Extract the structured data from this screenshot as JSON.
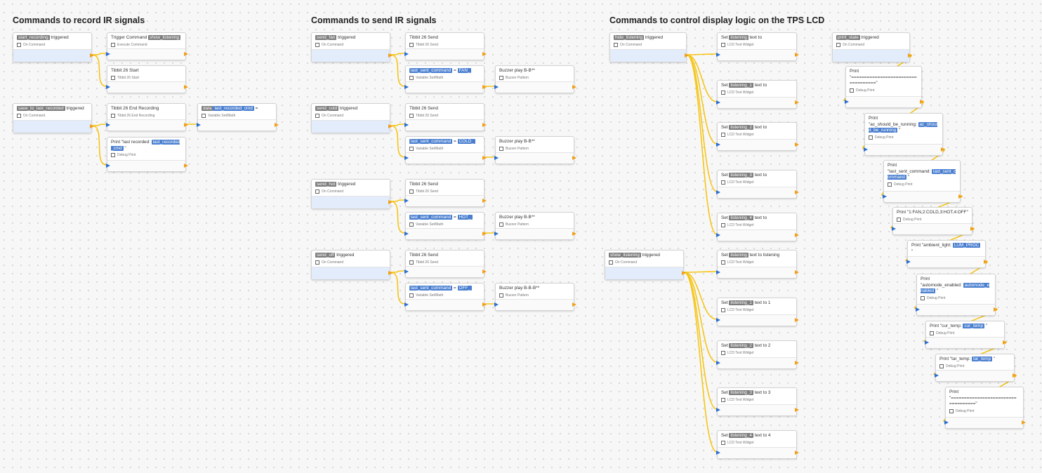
{
  "sections": [
    {
      "id": "record",
      "title": "Commands to record IR signals"
    },
    {
      "id": "send",
      "title": "Commands to send IR signals"
    },
    {
      "id": "display",
      "title": "Commands to control display logic on the TPS LCD"
    }
  ],
  "nodes": {
    "start_recording": {
      "tag": "start_recording",
      "suffix": "triggered",
      "sub": "On Command"
    },
    "trigger_show": {
      "pre": "Trigger Command",
      "tag": "show_listening",
      "sub": "Execute Command"
    },
    "tibbit_start": {
      "pre": "Tibbit 26 Start",
      "sub": "Tibbit 26 Start"
    },
    "save_last": {
      "tag": "save_to_last_recorded",
      "suffix": "triggered",
      "sub": "On Command"
    },
    "tibbit_end": {
      "pre": "Tibbit 26 End Recording",
      "sub": "Tibbit 26 End Recording"
    },
    "set_last_recorded": {
      "var": "last_recorded_cmd",
      "eq": "=",
      "tag": "data",
      "sub": "Variable Set/Math"
    },
    "print_last_recorded": {
      "pre": "Print \"last recorded:",
      "var": "last_recorded_cmd",
      "suffix": "\"",
      "sub": "Debug Print"
    },
    "send_fan": {
      "tag": "send_fan",
      "suffix": "triggered",
      "sub": "On Command"
    },
    "send_fan_tibbit": {
      "pre": "Tibbit 26 Send",
      "sub": "Tibbit 26 Send"
    },
    "send_fan_var": {
      "var": "last_sent_command",
      "eq": "=",
      "var2": "FAN_",
      "sub": "Variable Set/Math"
    },
    "send_fan_buzz": {
      "pre": "Buzzer play B-B**",
      "sub": "Buzzer Pattern"
    },
    "send_cold": {
      "tag": "send_cold",
      "suffix": "triggered",
      "sub": "On Command"
    },
    "send_cold_tibbit": {
      "pre": "Tibbit 26 Send",
      "sub": "Tibbit 26 Send"
    },
    "send_cold_var": {
      "var": "last_sent_command",
      "eq": "=",
      "var2": "COLD_",
      "sub": "Variable Set/Math"
    },
    "send_cold_buzz": {
      "pre": "Buzzer play B-B**",
      "sub": "Buzzer Pattern"
    },
    "send_hot": {
      "tag": "send_hot",
      "suffix": "triggered",
      "sub": "On Command"
    },
    "send_hot_tibbit": {
      "pre": "Tibbit 26 Send",
      "sub": "Tibbit 26 Send"
    },
    "send_hot_var": {
      "var": "last_sent_command",
      "eq": "=",
      "var2": "HOT_",
      "sub": "Variable Set/Math"
    },
    "send_hot_buzz": {
      "pre": "Buzzer play B-B**",
      "sub": "Buzzer Pattern"
    },
    "send_off": {
      "tag": "send_off",
      "suffix": "triggered",
      "sub": "On Command"
    },
    "send_off_tibbit": {
      "pre": "Tibbit 26 Send",
      "sub": "Tibbit 26 Send"
    },
    "send_off_var": {
      "var": "last_sent_command",
      "eq": "=",
      "var2": "OFF_",
      "sub": "Variable Set/Math"
    },
    "send_off_buzz": {
      "pre": "Buzzer play B-B-B**",
      "sub": "Buzzer Pattern"
    },
    "hide_listening": {
      "tag": "hide_listening",
      "suffix": "triggered",
      "sub": "On Command"
    },
    "hide_set_0": {
      "pre": "Set",
      "tag": "listening",
      "suffix": "text to",
      "sub": "LCD Text Widget"
    },
    "hide_set_1": {
      "pre": "Set",
      "tag": "listening_1",
      "suffix": "text to",
      "sub": "LCD Text Widget"
    },
    "hide_set_2": {
      "pre": "Set",
      "tag": "listening_2",
      "suffix": "text to",
      "sub": "LCD Text Widget"
    },
    "hide_set_3": {
      "pre": "Set",
      "tag": "listening_3",
      "suffix": "text to",
      "sub": "LCD Text Widget"
    },
    "hide_set_4": {
      "pre": "Set",
      "tag": "listening_4",
      "suffix": "text to",
      "sub": "LCD Text Widget"
    },
    "show_listening": {
      "tag": "show_listening",
      "suffix": "triggered",
      "sub": "On Command"
    },
    "show_set_0": {
      "pre": "Set",
      "tag": "listening",
      "suffix": "text to listening",
      "sub": "LCD Text Widget"
    },
    "show_set_1": {
      "pre": "Set",
      "tag": "listening_1",
      "suffix": "text to 1",
      "sub": "LCD Text Widget"
    },
    "show_set_2": {
      "pre": "Set",
      "tag": "listening_2",
      "suffix": "text to 2",
      "sub": "LCD Text Widget"
    },
    "show_set_3": {
      "pre": "Set",
      "tag": "listening_3",
      "suffix": "text to 3",
      "sub": "LCD Text Widget"
    },
    "show_set_4": {
      "pre": "Set",
      "tag": "listening_4",
      "suffix": "text to 4",
      "sub": "LCD Text Widget"
    },
    "print_state": {
      "tag": "print_state",
      "suffix": "triggered",
      "sub": "On Command"
    },
    "ps_1": {
      "pre": "Print",
      "line2": "\"=========================",
      "line3": "==========\"",
      "sub": "Debug Print"
    },
    "ps_2": {
      "pre": "Print",
      "line2": "\"ac_should_be_running:",
      "var": "ac_should_be_running",
      "suffix": "\"",
      "sub": "Debug Print"
    },
    "ps_3": {
      "pre": "Print",
      "line2": "\"last_sent_command:",
      "var": "last_sent_command",
      "suffix": "\"",
      "sub": "Debug Print"
    },
    "ps_4": {
      "pre": "Print \"1:FAN,2:COLD,3:HOT,4:OFF\"",
      "sub": "Debug Print"
    },
    "ps_5": {
      "pre": "Print \"ambient_light:",
      "var": "LUM_PROC",
      "suffix": "\"",
      "sub": "Debug Print"
    },
    "ps_6": {
      "pre": "Print",
      "line2": "\"automode_enabled:",
      "var": "automode_enabled",
      "suffix": "\"",
      "sub": "Debug Print"
    },
    "ps_7": {
      "pre": "Print \"cur_temp:",
      "var": "cur_temp",
      "suffix": "\"",
      "sub": "Debug Print"
    },
    "ps_8": {
      "pre": "Print \"tar_temp:",
      "var": "tar_temp",
      "suffix": "\"",
      "sub": "Debug Print"
    },
    "ps_9": {
      "pre": "Print",
      "line2": "\"=========================",
      "line3": "==========\"",
      "sub": "Debug Print"
    }
  },
  "colors": {
    "wire": "#f5c518",
    "port_in": "#2a6fd6",
    "port_out": "#f0a01a",
    "trigger_footer": "#e2ecfb",
    "var_tag": "#4a7fd0",
    "name_tag": "#7d7d7d"
  }
}
